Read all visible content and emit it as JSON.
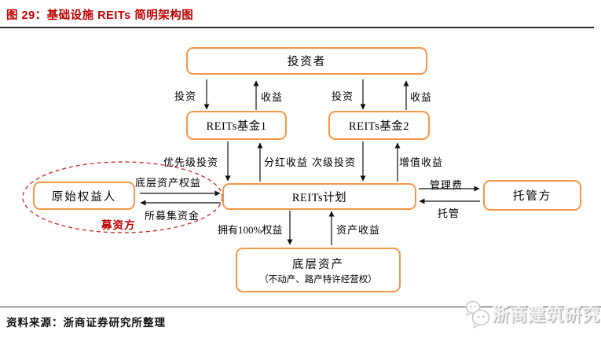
{
  "header": {
    "title": "图  29：基础设施 REITs 简明架构图"
  },
  "nodes": {
    "investor": "投资者",
    "fund1": "REITs基金1",
    "fund2": "REITs基金2",
    "plan": "REITs计划",
    "original_holder": "原始权益人",
    "custodian": "托管方",
    "underlying_asset": "底层资产",
    "underlying_asset_sub": "（不动产、路产特许经营权）"
  },
  "edge_labels": {
    "invest1": "投资",
    "return1": "收益",
    "invest2": "投资",
    "return2": "收益",
    "senior_invest": "优先级投资",
    "dividend_income": "分红收益",
    "junior_invest": "次级投资",
    "appreciation_income": "增值收益",
    "asset_rights": "底层资产权益",
    "raised_funds": "所募集资金",
    "fundraiser": "募资方",
    "management_fee": "管理费",
    "custody": "托管",
    "own_equity": "拥有100%权益",
    "asset_income": "资产收益"
  },
  "footer": {
    "source": "资料来源：浙商证券研究所整理",
    "watermark": "浙商建筑研究"
  },
  "colors": {
    "title_red": "#C00000",
    "box_orange": "#F79646",
    "ellipse_red": "#CC3333",
    "arrow_black": "#111111",
    "watermark_gray": "#bfbfbf"
  }
}
